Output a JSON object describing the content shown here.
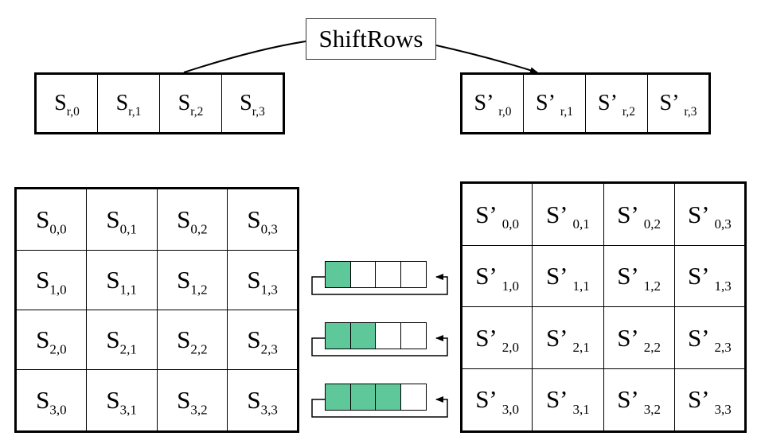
{
  "title": "ShiftRows",
  "colors": {
    "shifted_cell": "#5fc89a",
    "line": "#000000"
  },
  "row_input": {
    "base": "S",
    "cells": [
      "r,0",
      "r,1",
      "r,2",
      "r,3"
    ]
  },
  "row_output": {
    "base": "S’",
    "cells": [
      "r,0",
      "r,1",
      "r,2",
      "r,3"
    ]
  },
  "state_input": {
    "base": "S",
    "rows": [
      [
        "0,0",
        "0,1",
        "0,2",
        "0,3"
      ],
      [
        "1,0",
        "1,1",
        "1,2",
        "1,3"
      ],
      [
        "2,0",
        "2,1",
        "2,2",
        "2,3"
      ],
      [
        "3,0",
        "3,1",
        "3,2",
        "3,3"
      ]
    ]
  },
  "state_output": {
    "base": "S’",
    "rows": [
      [
        "0,0",
        "0,1",
        "0,2",
        "0,3"
      ],
      [
        "1,0",
        "1,1",
        "1,2",
        "1,3"
      ],
      [
        "2,0",
        "2,1",
        "2,2",
        "2,3"
      ],
      [
        "3,0",
        "3,1",
        "3,2",
        "3,3"
      ]
    ]
  },
  "rotations": [
    {
      "shift": 1
    },
    {
      "shift": 2
    },
    {
      "shift": 3
    }
  ]
}
